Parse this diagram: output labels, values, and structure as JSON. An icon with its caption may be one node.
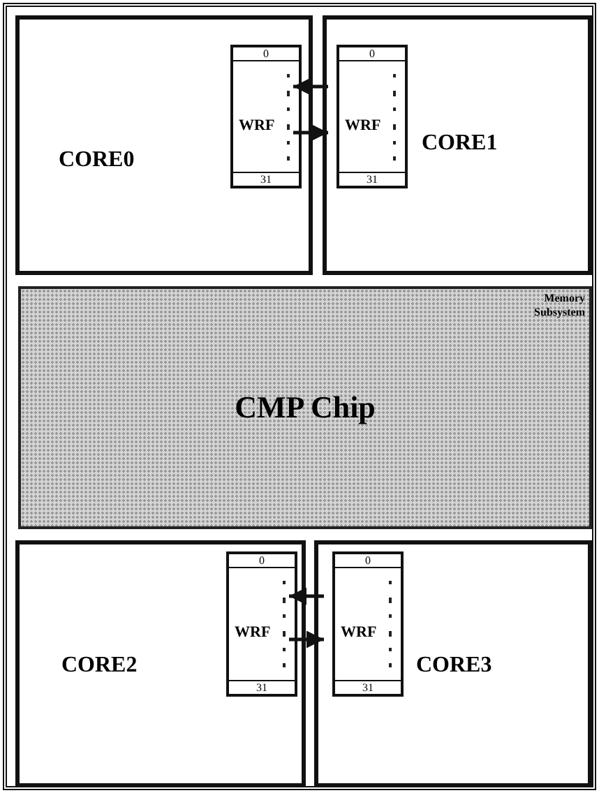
{
  "diagram": {
    "nodes": [
      {
        "text": [],
        "shape": "box"
      },
      {
        "text": [
          "CORE0"
        ],
        "in": 0
      },
      {
        "text": [
          "0",
          "WRF",
          "31"
        ],
        "in": 1
      },
      {
        "text": [
          "CORE1"
        ],
        "in": 0
      },
      {
        "text": [
          "0",
          "WRF",
          "31"
        ],
        "in": 3
      },
      {
        "text": [
          "Memory Subsystem",
          "CMP Chip"
        ],
        "in": 0
      },
      {
        "text": [
          "CORE2"
        ],
        "in": 0
      },
      {
        "text": [
          "0",
          "WRF",
          "31"
        ],
        "in": 6
      },
      {
        "text": [
          "CORE3"
        ],
        "in": 0
      },
      {
        "text": [
          "0",
          "WRF",
          "31"
        ],
        "in": 8
      }
    ],
    "edges": [
      {
        "from": 4,
        "to": 2,
        "arrow": "to"
      },
      {
        "from": 2,
        "to": 4,
        "arrow": "to"
      },
      {
        "from": 9,
        "to": 7,
        "arrow": "to"
      },
      {
        "from": 7,
        "to": 9,
        "arrow": "to"
      }
    ]
  }
}
